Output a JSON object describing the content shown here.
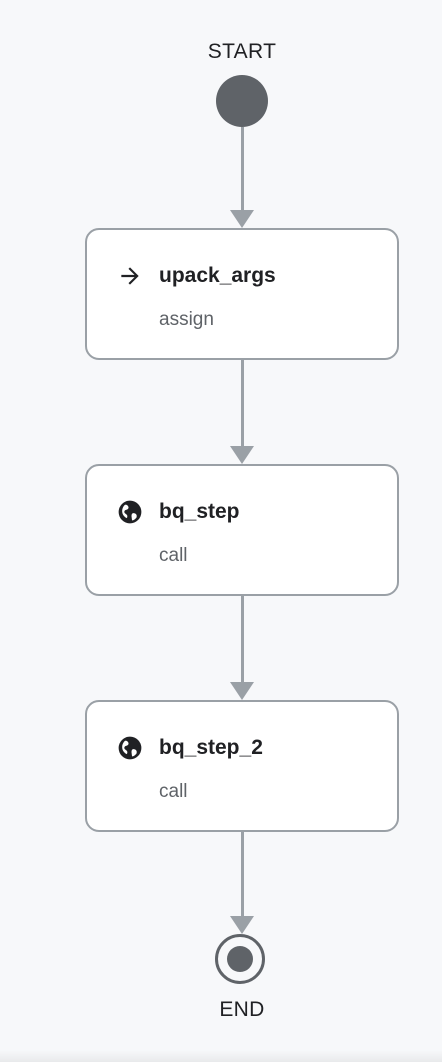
{
  "workflow": {
    "start_label": "START",
    "end_label": "END",
    "steps": [
      {
        "name": "upack_args",
        "type": "assign",
        "icon": "arrow-right-icon"
      },
      {
        "name": "bq_step",
        "type": "call",
        "icon": "globe-icon"
      },
      {
        "name": "bq_step_2",
        "type": "call",
        "icon": "globe-icon"
      }
    ]
  },
  "colors": {
    "background": "#f7f8fa",
    "node_border": "#9aa0a6",
    "connector": "#9aa0a6",
    "terminal": "#5f6368",
    "title_text": "#202124",
    "type_text": "#5f6368"
  }
}
